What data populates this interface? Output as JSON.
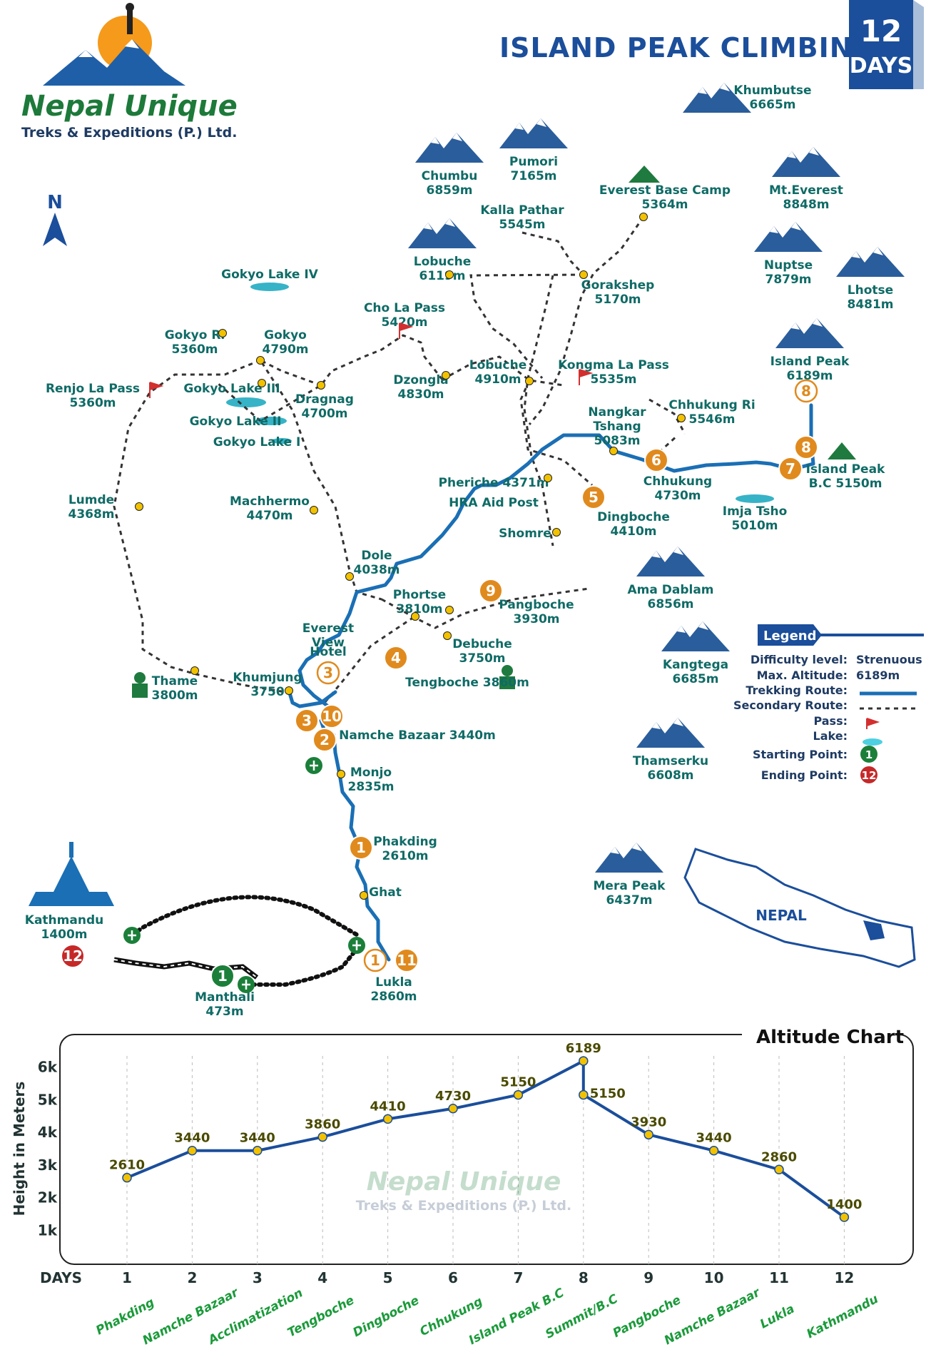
{
  "header": {
    "brand_name": "Nepal Unique",
    "brand_sub": "Treks & Expeditions (P.) Ltd.",
    "title": "ISLAND PEAK CLIMBING",
    "days_num": "12",
    "days_word": "DAYS",
    "north": "N"
  },
  "mountains": [
    {
      "name": "Chumbu",
      "alt": "6859m"
    },
    {
      "name": "Pumori",
      "alt": "7165m"
    },
    {
      "name": "Khumbutse",
      "alt": "6665m"
    },
    {
      "name": "Mt.Everest",
      "alt": "8848m"
    },
    {
      "name": "Lobuche",
      "alt": "6119m"
    },
    {
      "name": "Nuptse",
      "alt": "7879m"
    },
    {
      "name": "Lhotse",
      "alt": "8481m"
    },
    {
      "name": "Island Peak",
      "alt": "6189m"
    },
    {
      "name": "Ama Dablam",
      "alt": "6856m"
    },
    {
      "name": "Kangtega",
      "alt": "6685m"
    },
    {
      "name": "Thamserku",
      "alt": "6608m"
    },
    {
      "name": "Mera Peak",
      "alt": "6437m"
    }
  ],
  "places": [
    {
      "name": "Everest Base Camp",
      "alt": "5364m"
    },
    {
      "name": "Kalla Pathar",
      "alt": "5545m"
    },
    {
      "name": "Gorakshep",
      "alt": "5170m"
    },
    {
      "name": "Gokyo Lake IV",
      "alt": ""
    },
    {
      "name": "Cho La Pass",
      "alt": "5420m"
    },
    {
      "name": "Gokyo Ri",
      "alt": "5360m"
    },
    {
      "name": "Gokyo",
      "alt": "4790m"
    },
    {
      "name": "Lobuche",
      "alt": "4910m"
    },
    {
      "name": "Kongma La Pass",
      "alt": "5535m"
    },
    {
      "name": "Renjo La Pass",
      "alt": "5360m"
    },
    {
      "name": "Gokyo Lake III",
      "alt": ""
    },
    {
      "name": "Dragnag",
      "alt": "4700m"
    },
    {
      "name": "Dzongla",
      "alt": "4830m"
    },
    {
      "name": "Gokyo Lake II",
      "alt": ""
    },
    {
      "name": "Gokyo Lake I",
      "alt": ""
    },
    {
      "name": "Nangkar",
      "alt": "Tshang"
    },
    {
      "name": "5083m",
      "alt": ""
    },
    {
      "name": "Chhukung Ri",
      "alt": "5546m"
    },
    {
      "name": "Island Peak",
      "alt": "B.C 5150m"
    },
    {
      "name": "Chhukung",
      "alt": "4730m"
    },
    {
      "name": "Imja Tsho",
      "alt": "5010m"
    },
    {
      "name": "Pheriche 4371m",
      "alt": ""
    },
    {
      "name": "HRA Aid Post",
      "alt": ""
    },
    {
      "name": "Lumde",
      "alt": "4368m"
    },
    {
      "name": "Machhermo",
      "alt": "4470m"
    },
    {
      "name": "Dingboche",
      "alt": "4410m"
    },
    {
      "name": "Shomre",
      "alt": ""
    },
    {
      "name": "Dole",
      "alt": "4038m"
    },
    {
      "name": "Phortse",
      "alt": "3810m"
    },
    {
      "name": "Pangboche",
      "alt": "3930m"
    },
    {
      "name": "Everest",
      "alt": "View"
    },
    {
      "name": "Hotel",
      "alt": ""
    },
    {
      "name": "Debuche",
      "alt": "3750m"
    },
    {
      "name": "Thame",
      "alt": "3800m"
    },
    {
      "name": "Khumjung",
      "alt": "3750"
    },
    {
      "name": "Tengboche 3860m",
      "alt": ""
    },
    {
      "name": "Namche Bazaar 3440m",
      "alt": ""
    },
    {
      "name": "Monjo",
      "alt": "2835m"
    },
    {
      "name": "Phakding",
      "alt": "2610m"
    },
    {
      "name": "Ghat",
      "alt": ""
    },
    {
      "name": "Kathmandu",
      "alt": "1400m"
    },
    {
      "name": "Lukla",
      "alt": "2860m"
    },
    {
      "name": "Manthali",
      "alt": "473m"
    }
  ],
  "legend": {
    "title": "Legend",
    "rows": [
      {
        "label": "Difficulty level:",
        "value": "Strenuous"
      },
      {
        "label": "Max. Altitude:",
        "value": "6189m"
      },
      {
        "label": "Trekking Route:",
        "value": ""
      },
      {
        "label": "Secondary Route:",
        "value": ""
      },
      {
        "label": "Pass:",
        "value": ""
      },
      {
        "label": "Lake:",
        "value": ""
      },
      {
        "label": "Starting Point:",
        "value": "1"
      },
      {
        "label": "Ending Point:",
        "value": "12"
      }
    ]
  },
  "inset_label": "NEPAL",
  "markers": [
    "1",
    "2",
    "3",
    "4",
    "5",
    "6",
    "7",
    "8",
    "9",
    "10",
    "11",
    "12"
  ],
  "colors": {
    "route_blue": "#1a6fb5",
    "title_blue": "#1b4e9b",
    "label_teal": "#0f6b66",
    "marker_orange": "#e08a1e",
    "start_green": "#1b7f3a",
    "end_red": "#c62828",
    "chart_line": "#1b4e9b",
    "point_yellow": "#f2c200"
  },
  "chart_data": {
    "type": "line",
    "title": "Altitude Chart",
    "ylabel": "Height in Meters",
    "xlabel": "DAYS",
    "ylim": [
      0,
      7000
    ],
    "yticks": [
      "1k",
      "2k",
      "3k",
      "4k",
      "5k",
      "6k"
    ],
    "x": [
      "1",
      "2",
      "3",
      "4",
      "5",
      "6",
      "7",
      "8",
      "8",
      "9",
      "10",
      "11",
      "12"
    ],
    "values": [
      2610,
      3440,
      3440,
      3860,
      4410,
      4730,
      5150,
      6189,
      5150,
      3930,
      3440,
      2860,
      1400
    ],
    "day_labels": [
      "Phakding",
      "Namche Bazaar",
      "Acclimatization",
      "Tengboche",
      "Dingboche",
      "Chhukung",
      "Island Peak B.C",
      "Summit/B.C",
      "Pangboche",
      "Namche Bazaar",
      "Lukla",
      "Kathmandu"
    ],
    "watermark": {
      "name": "Nepal Unique",
      "sub": "Treks & Expeditions (P.) Ltd."
    }
  }
}
